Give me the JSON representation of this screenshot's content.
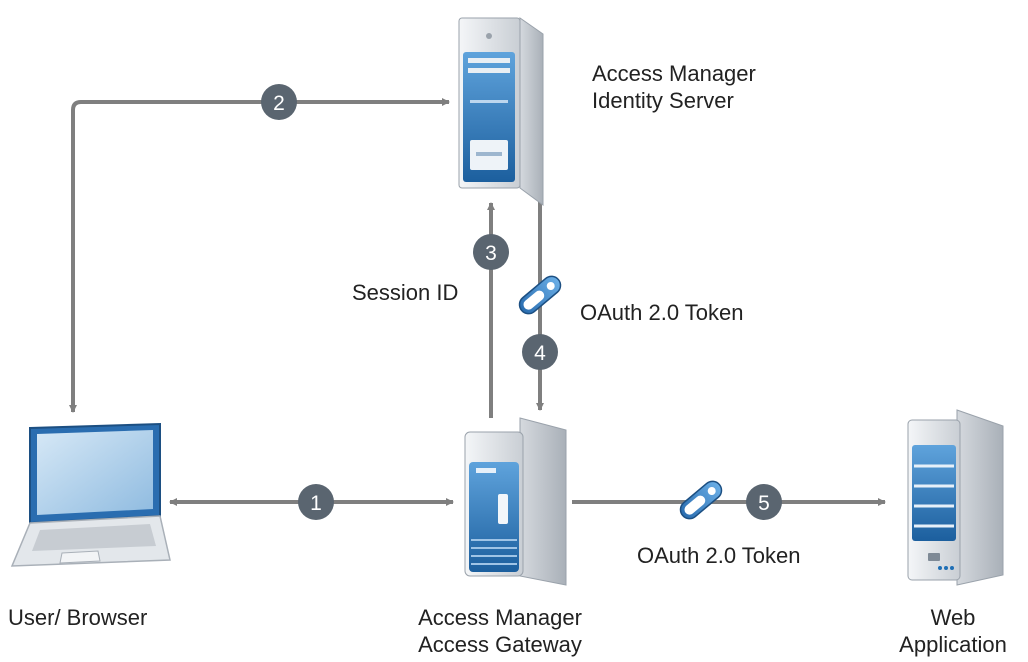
{
  "nodes": {
    "identity_server": {
      "line1": "Access Manager",
      "line2": "Identity Server"
    },
    "user_browser": {
      "label": "User/ Browser"
    },
    "access_gateway": {
      "line1": "Access Manager",
      "line2": "Access Gateway"
    },
    "web_application": {
      "line1": "Web",
      "line2": "Application"
    }
  },
  "edge_labels": {
    "session_id": "Session ID",
    "oauth_token_vertical": "OAuth 2.0 Token",
    "oauth_token_horizontal": "OAuth 2.0 Token"
  },
  "steps": [
    "1",
    "2",
    "3",
    "4",
    "5"
  ],
  "colors": {
    "arrow": "#7f7f7f",
    "step_badge": "#5a6570",
    "label_text": "#222222",
    "device_blue": "#1f6fb5"
  }
}
